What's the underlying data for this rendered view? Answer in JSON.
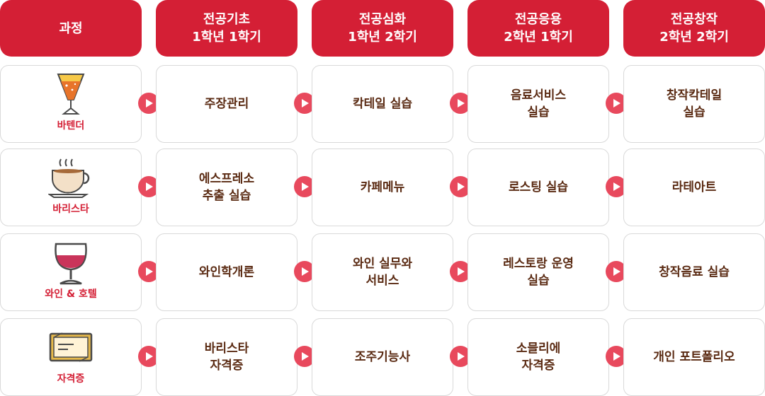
{
  "header": {
    "course_label": "과정",
    "stages": [
      {
        "line1": "전공기초",
        "line2": "1학년 1학기"
      },
      {
        "line1": "전공심화",
        "line2": "1학년 2학기"
      },
      {
        "line1": "전공응용",
        "line2": "2학년 1학기"
      },
      {
        "line1": "전공창작",
        "line2": "2학년 2학기"
      }
    ]
  },
  "rows": [
    {
      "label": "바텐더",
      "icon": "cocktail-glass-icon",
      "cells": [
        [
          "주장관리"
        ],
        [
          "칵테일 실습"
        ],
        [
          "음료서비스",
          "실습"
        ],
        [
          "창작칵테일",
          "실습"
        ]
      ]
    },
    {
      "label": "바리스타",
      "icon": "coffee-cup-icon",
      "cells": [
        [
          "에스프레소",
          "추출 실습"
        ],
        [
          "카페메뉴"
        ],
        [
          "로스팅 실습"
        ],
        [
          "라테아트"
        ]
      ]
    },
    {
      "label": "와인 & 호텔",
      "icon": "wine-glass-icon",
      "cells": [
        [
          "와인학개론"
        ],
        [
          "와인 실무와",
          "서비스"
        ],
        [
          "레스토랑 운영",
          "실습"
        ],
        [
          "창작음료 실습"
        ]
      ]
    },
    {
      "label": "자격증",
      "icon": "certificate-icon",
      "cells": [
        [
          "바리스타",
          "자격증"
        ],
        [
          "조주기능사"
        ],
        [
          "소믈리에",
          "자격증"
        ],
        [
          "개인 포트폴리오"
        ]
      ]
    }
  ],
  "colors": {
    "header_bg": "#d41f35",
    "arrow": "#e8495d",
    "cell_text": "#5a2a12",
    "label_text": "#d41f35"
  }
}
